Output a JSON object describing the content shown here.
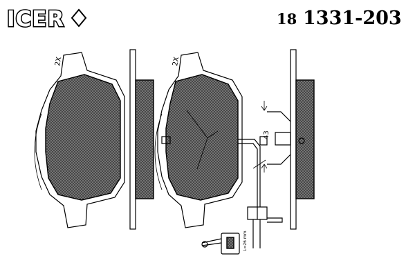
{
  "header": {
    "brand": "ICER",
    "part_prefix": "18",
    "part_number": "1331-203"
  },
  "labels": {
    "qty_left": "2X",
    "qty_right": "2X",
    "dim_sensor": "43",
    "sensor_length": "L=26 mm"
  },
  "colors": {
    "line": "#000000",
    "background": "#ffffff"
  }
}
